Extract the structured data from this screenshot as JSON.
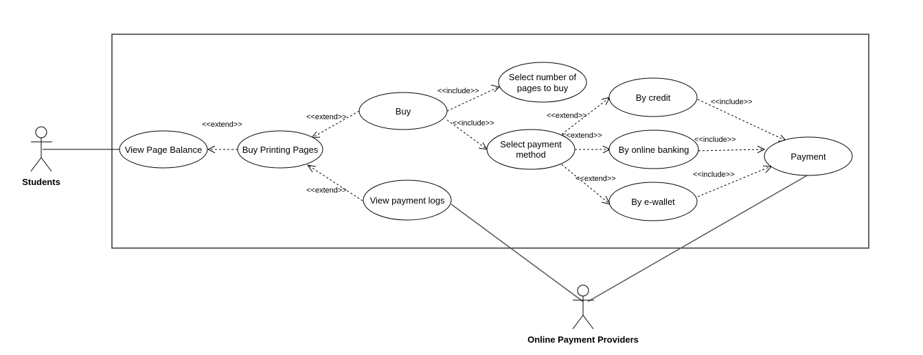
{
  "actors": {
    "students": "Students",
    "providers": "Online Payment Providers"
  },
  "use_cases": {
    "view_page_balance": "View Page Balance",
    "buy_printing_pages": "Buy Printing Pages",
    "buy": "Buy",
    "view_payment_logs": "View payment logs",
    "select_number_line1": "Select number of",
    "select_number_line2": "pages to buy",
    "select_payment_line1": "Select payment",
    "select_payment_line2": "method",
    "by_credit": "By credit",
    "by_online_banking": "By online banking",
    "by_ewallet": "By e-wallet",
    "payment": "Payment"
  },
  "relations": {
    "extend_balance": "<<extend>>",
    "extend_buy": "<<extend>>",
    "extend_logs": "<<extend>>",
    "include_select_number": "<<include>>",
    "include_select_payment": "<<include>>",
    "extend_credit": "<<extend>>",
    "extend_banking": "<<extend>>",
    "extend_ewallet": "<<extend>>",
    "include_credit_payment": "<<include>>",
    "include_banking_payment": "<<include>>",
    "include_ewallet_payment": "<<include>>"
  }
}
